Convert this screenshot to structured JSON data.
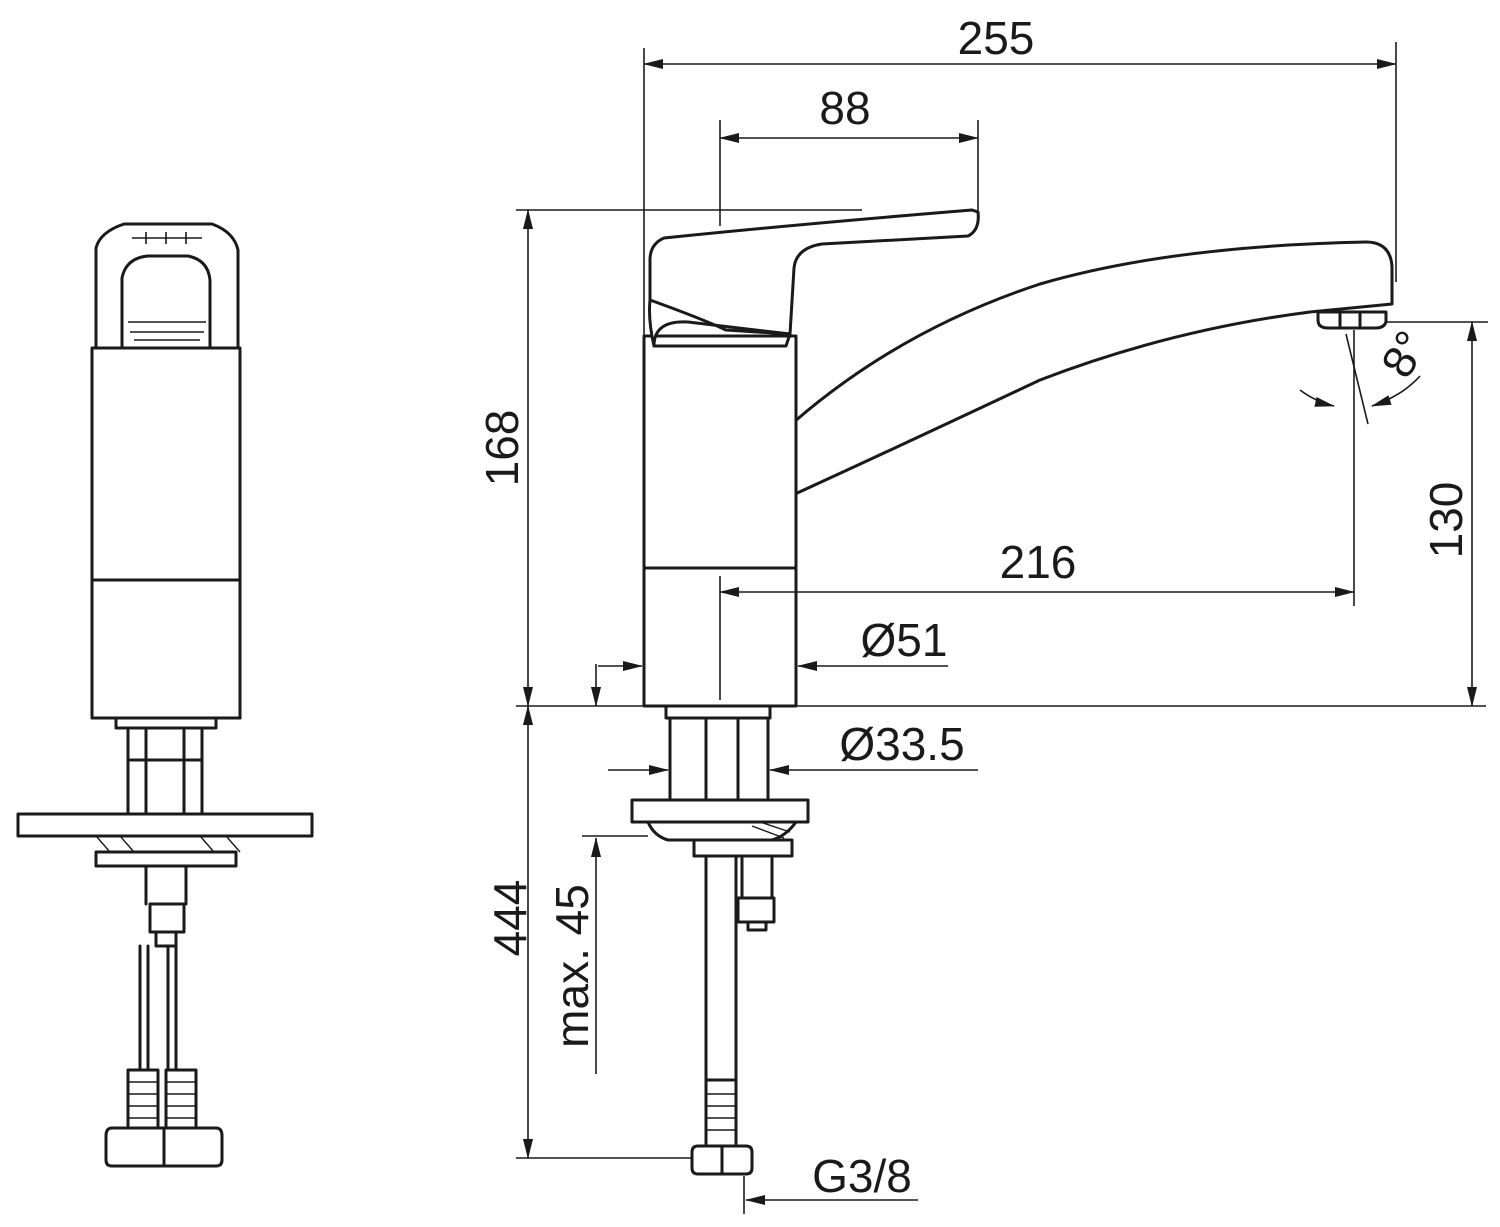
{
  "dimensions": {
    "total_length": "255",
    "lever_length": "88",
    "height": "168",
    "spout_reach": "216",
    "spout_height": "130",
    "spout_angle": "8°",
    "body_diameter": "Ø51",
    "shank_diameter": "Ø33.5",
    "below_counter": "444",
    "max_counter_thickness": "max. 45",
    "connection_thread": "G3/8"
  },
  "colors": {
    "line": "#1a1a1a",
    "background": "#ffffff"
  }
}
